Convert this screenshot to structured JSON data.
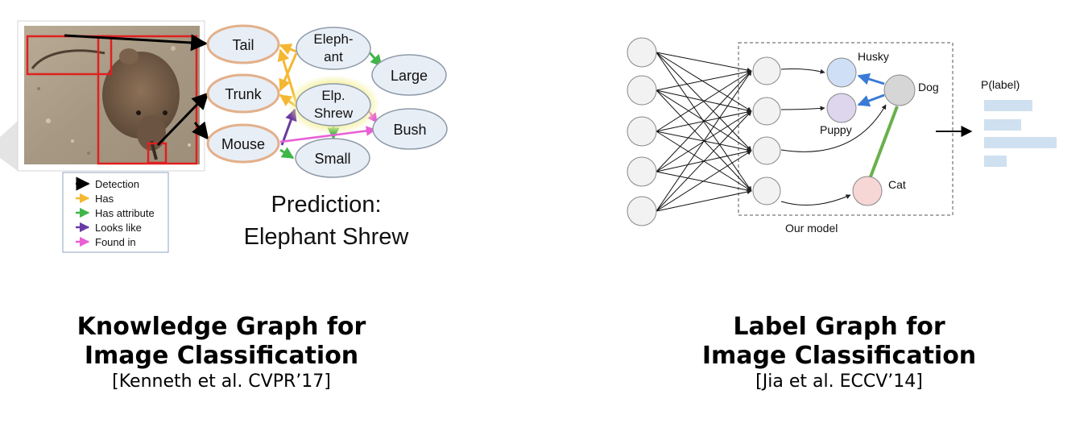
{
  "left_panel": {
    "nodes": {
      "tail": "Tail",
      "trunk": "Trunk",
      "mouse": "Mouse",
      "elephant": [
        "Eleph-",
        "ant"
      ],
      "large": "Large",
      "elp_shrew": [
        "Elp.",
        "Shrew"
      ],
      "bush": "Bush",
      "small": "Small"
    },
    "legend": [
      {
        "label": "Detection",
        "color": "#000000"
      },
      {
        "label": "Has",
        "color": "#f5b731"
      },
      {
        "label": "Has attribute",
        "color": "#3fb54a"
      },
      {
        "label": "Looks like",
        "color": "#6a3aa2"
      },
      {
        "label": "Found in",
        "color": "#e85fd6"
      }
    ],
    "prediction": [
      "Prediction:",
      "Elephant Shrew"
    ],
    "caption_title": [
      "Knowledge Graph for",
      "Image Classification"
    ],
    "caption_cite": "[Kenneth et al. CVPR’17]"
  },
  "right_panel": {
    "labels": {
      "husky": "Husky",
      "dog": "Dog",
      "puppy": "Puppy",
      "cat": "Cat",
      "our_model": "Our model",
      "p_label": "P(label)"
    },
    "caption_title": [
      "Label Graph for",
      "Image Classification"
    ],
    "caption_cite": "[Jia et al. ECCV’14]"
  },
  "colors": {
    "has": "#f5b731",
    "has_attribute": "#3fb54a",
    "looks_like": "#6a3aa2",
    "found_in": "#e85fd6",
    "detection": "#000000",
    "implication": "#3a7bd5",
    "box_red": "#e02020",
    "bar_fill": "#cfe0f0"
  }
}
